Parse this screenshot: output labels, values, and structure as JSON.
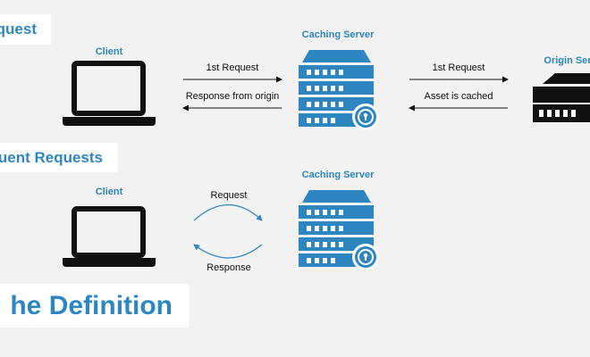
{
  "sections": {
    "first_request": "quest",
    "subsequent_requests": "quent Requests",
    "definition": "he Definition"
  },
  "top": {
    "client_label": "Client",
    "caching_server_label": "Caching Server",
    "origin_server_label": "Origin Ser",
    "arrow_client_to_cache": "1st Request",
    "arrow_cache_to_client": "Response from origin",
    "arrow_cache_to_origin": "1st Request",
    "arrow_origin_to_cache": "Asset is cached"
  },
  "bottom": {
    "client_label": "Client",
    "caching_server_label": "Caching Server",
    "request_label": "Request",
    "response_label": "Response"
  },
  "colors": {
    "accent": "#2e86c1",
    "background": "#f2f2f2",
    "ink": "#111111"
  }
}
